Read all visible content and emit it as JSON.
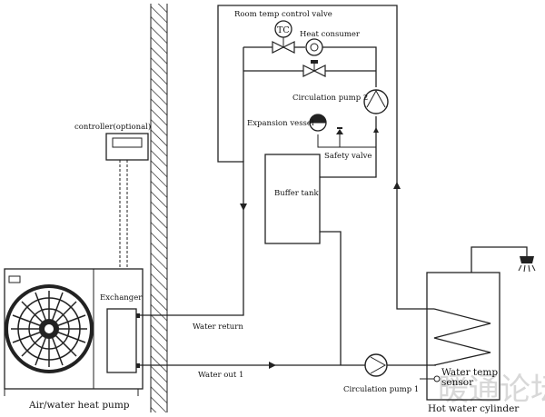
{
  "diagram": {
    "labels": {
      "room_temp_valve": "Room temp control valve",
      "tc": "TC",
      "heat_consumer": "Heat consumer",
      "circulation_pump_2": "Circulation pump 2",
      "expansion_vessel": "Expansion vessel",
      "safety_valve": "Safety valve",
      "controller": "controller(optional)",
      "buffer_tank": "Buffer tank",
      "exchanger": "Exchanger",
      "water_return": "Water return",
      "water_out": "Water out 1",
      "circulation_pump_1": "Circulation pump 1",
      "water_temp_sensor_1": "Water temp",
      "water_temp_sensor_2": "sensor",
      "hot_water_cylinder": "Hot water cylinder",
      "heat_pump": "Air/water heat pump"
    },
    "watermark": "暖通论坛"
  }
}
